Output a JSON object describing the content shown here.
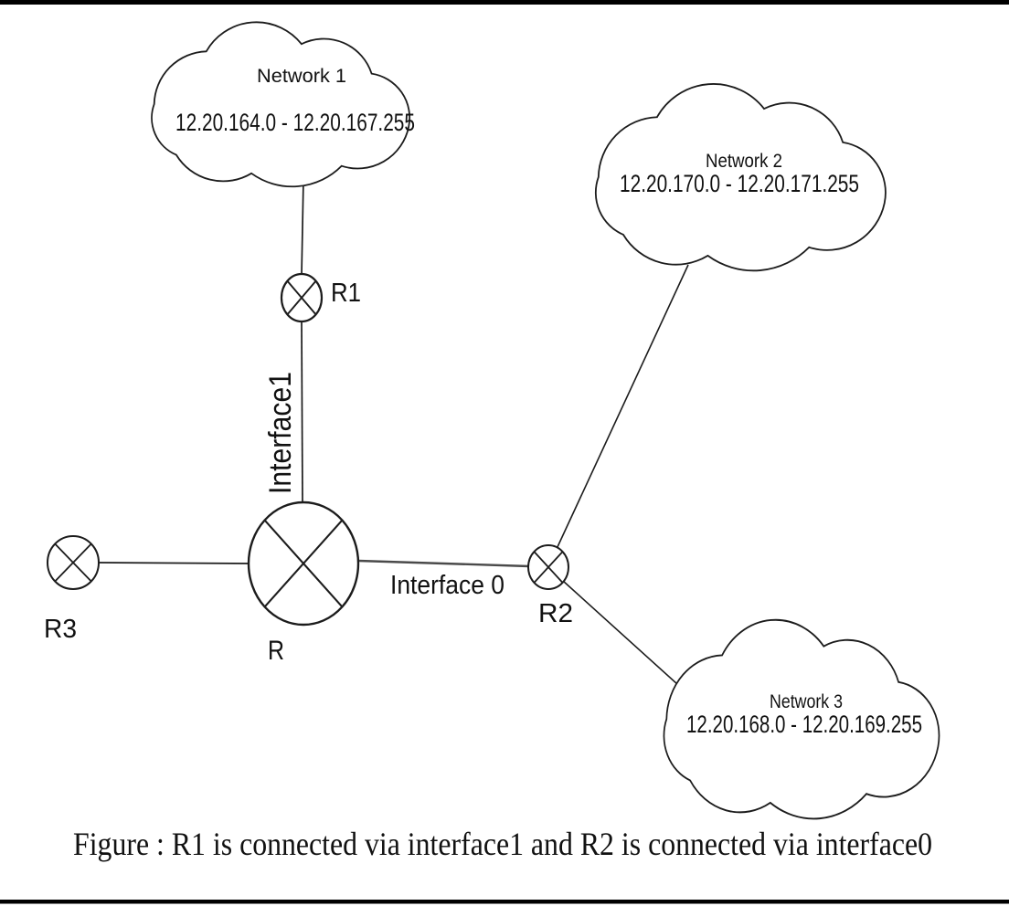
{
  "figure": {
    "caption": "Figure : R1 is connected via interface1 and R2 is connected via interface0",
    "networks": [
      {
        "name": "Network 1",
        "ip_range": "12.20.164.0 - 12.20.167.255"
      },
      {
        "name": "Network 2",
        "ip_range": "12.20.170.0 - 12.20.171.255"
      },
      {
        "name": "Network 3",
        "ip_range": "12.20.168.0 - 12.20.169.255"
      }
    ],
    "routers": {
      "main": "R",
      "r1": "R1",
      "r2": "R2",
      "r3": "R3"
    },
    "interfaces": {
      "interface1": "Interface1",
      "interface0": "Interface 0"
    },
    "colors": {
      "line": "#1c1c1c",
      "background": "#ffffff",
      "border_bar": "#000000"
    }
  }
}
